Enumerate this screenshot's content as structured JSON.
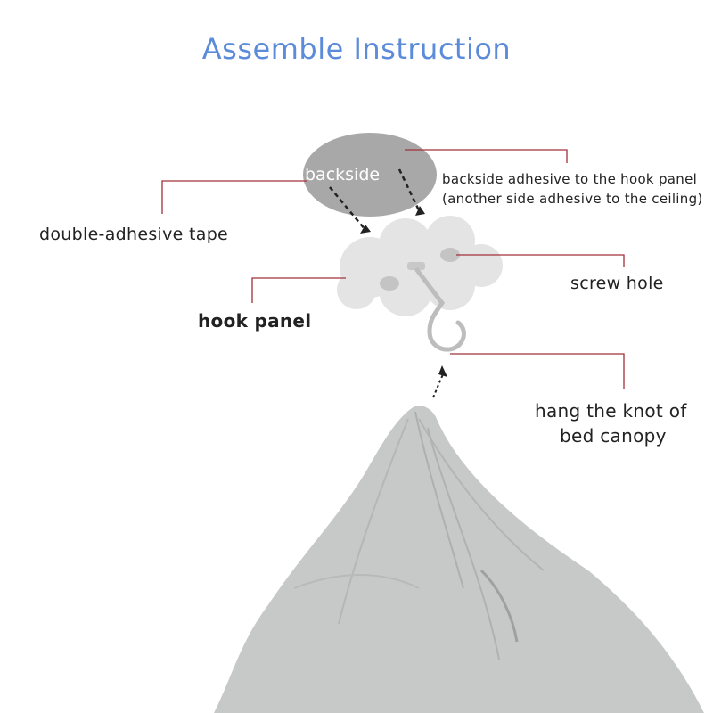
{
  "title": "Assemble Instruction",
  "labels": {
    "backside": "backside",
    "adhesive_line1": "backside adhesive to the hook panel",
    "adhesive_line2": "(another side adhesive to the ceiling)",
    "tape": "double-adhesive tape",
    "hook_panel": "hook panel",
    "screw_hole": "screw hole",
    "hang_line1": "hang the knot of",
    "hang_line2": "bed canopy"
  },
  "colors": {
    "title": "#5b8bd9",
    "leader_line": "#a0303a",
    "tape_disc": "#a8a8a8",
    "hook_panel": "#e4e4e4",
    "canopy": "#c7c9c8"
  }
}
